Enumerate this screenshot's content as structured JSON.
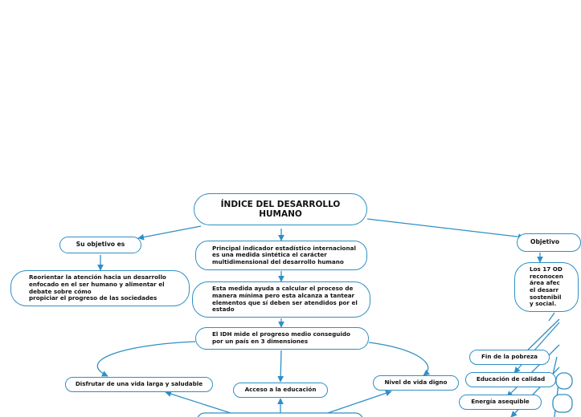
{
  "colors": {
    "line": "#2f8fc4",
    "text": "#111111",
    "background": "#ffffff"
  },
  "nodes": {
    "root": "ÍNDICE DEL DESARROLLO\nHUMANO",
    "su_objetivo": "Su objetivo es",
    "reorientar": "Reorientar la atención hacia un desarrollo\nenfocado en el ser humano y alimentar el\ndebate sobre cómo\npropiciar el progreso de las sociedades",
    "principal": "Principal indicador estadístico internacional\nes una medida sintética el carácter\nmultidimensional del desarrollo humano",
    "esta_medida": "Esta medida ayuda a calcular el proceso de\nmanera mínima pero esta alcanza a tantear\nelementos que sí deben ser atendidos por el\nestado",
    "idh_mide": "El IDH mide el progreso medio conseguido\npor un país en 3 dimensiones",
    "disfrutar": "Disfrutar de una vida larga y saludable",
    "acceso": "Acceso a la educación",
    "nivel_vida": "Nivel de vida digno",
    "objetivos": "Objetivo",
    "ods_text": "Los 17 OD\nreconocen\nárea afec\nel desarr\nsostenibil\ny social.",
    "fin_pobreza": "Fin de la pobreza",
    "educacion_calidad": "Educación de calidad",
    "energia": "Energía asequible"
  }
}
